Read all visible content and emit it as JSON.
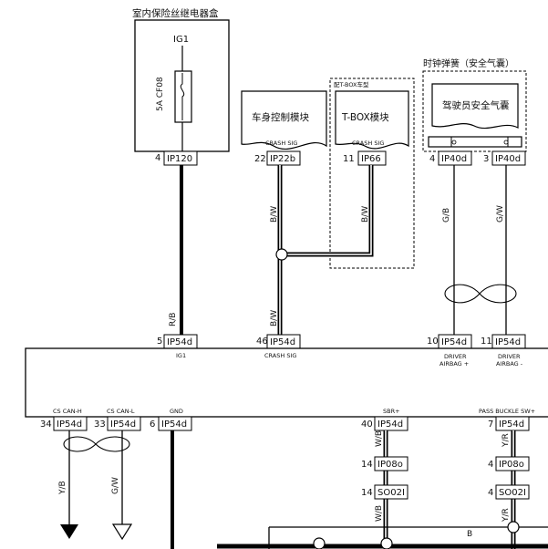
{
  "top": {
    "fuse_box_title": "室内保险丝继电器盒",
    "ig_label": "IG1",
    "fuse_label": "5A CF08",
    "clock_spring_title": "时钟弹簧（安全气囊）"
  },
  "modules": {
    "body_control": "车身控制模块",
    "tbox": "T-BOX模块",
    "tbox_note": "配T-BOX车型",
    "driver_airbag": "驾驶员安全气囊",
    "crash_sig": "CRASH SIG"
  },
  "connectors": {
    "ip120": {
      "num": "4",
      "code": "IP120"
    },
    "ip22b": {
      "num": "22",
      "code": "IP22b"
    },
    "ip66": {
      "num": "11",
      "code": "IP66"
    },
    "ip40d_4": {
      "num": "4",
      "code": "IP40d"
    },
    "ip40d_3": {
      "num": "3",
      "code": "IP40d"
    },
    "ip54d_5": {
      "num": "5",
      "code": "IP54d",
      "sig": "IG1"
    },
    "ip54d_46": {
      "num": "46",
      "code": "IP54d",
      "sig": "CRASH SIG"
    },
    "ip54d_10": {
      "num": "10",
      "code": "IP54d",
      "sig1": "DRIVER",
      "sig2": "AIRBAG +"
    },
    "ip54d_11": {
      "num": "11",
      "code": "IP54d",
      "sig1": "DRIVER",
      "sig2": "AIRBAG -"
    },
    "ip54d_34": {
      "num": "34",
      "code": "IP54d",
      "sig": "CS CAN-H"
    },
    "ip54d_33": {
      "num": "33",
      "code": "IP54d",
      "sig": "CS CAN-L"
    },
    "ip54d_6": {
      "num": "6",
      "code": "IP54d",
      "sig": "GND"
    },
    "ip54d_40": {
      "num": "40",
      "code": "IP54d",
      "sig": "SBR+"
    },
    "ip54d_7": {
      "num": "7",
      "code": "IP54d",
      "sig": "PASS BUCKLE SW+"
    },
    "ip08o_14": {
      "num": "14",
      "code": "IP08o"
    },
    "so02i_14": {
      "num": "14",
      "code": "SO02I"
    },
    "ip08o_4": {
      "num": "4",
      "code": "IP08o"
    },
    "so02i_4": {
      "num": "4",
      "code": "SO02I"
    }
  },
  "wires": {
    "rb": "R/B",
    "bw": "B/W",
    "gb": "G/B",
    "gw": "G/W",
    "yb": "Y/B",
    "wb": "W/B",
    "yr": "Y/R",
    "b": "B"
  }
}
